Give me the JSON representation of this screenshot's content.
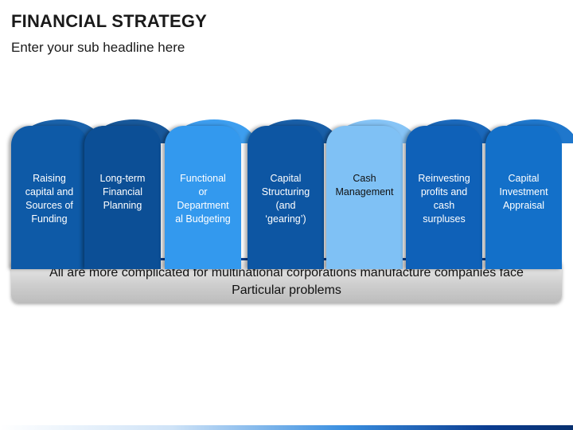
{
  "header": {
    "title": "FINANCIAL STRATEGY",
    "subtitle": "Enter your sub headline here"
  },
  "columns": [
    {
      "label": "Raising capital and Sources of Funding",
      "lines": [
        "Raising",
        "capital and",
        "Sources of",
        "Funding"
      ],
      "color": "#0e5aa7",
      "text_color": "#ffffff"
    },
    {
      "label": "Long-term Financial Planning",
      "lines": [
        "Long-term",
        "Financial",
        "Planning"
      ],
      "color": "#0c4f96",
      "text_color": "#ffffff"
    },
    {
      "label": "Functional or Departmental Budgeting",
      "lines": [
        "Functional",
        "or",
        "Department",
        "al Budgeting"
      ],
      "color": "#3399ee",
      "text_color": "#ffffff"
    },
    {
      "label": "Capital Structuring (and 'gearing')",
      "lines": [
        "Capital",
        "Structuring",
        "(and",
        "‘gearing’)"
      ],
      "color": "#0d56a3",
      "text_color": "#ffffff"
    },
    {
      "label": "Cash Management",
      "lines": [
        "Cash",
        "Management"
      ],
      "color": "#7fc1f5",
      "text_color": "#111111"
    },
    {
      "label": "Reinvesting profits and cash surpluses",
      "lines": [
        "Reinvesting",
        "profits and",
        "cash",
        "surpluses"
      ],
      "color": "#0f61b8",
      "text_color": "#ffffff"
    },
    {
      "label": "Capital Investment Appraisal",
      "lines": [
        "Capital",
        "Investment",
        "Appraisal"
      ],
      "color": "#1370c9",
      "text_color": "#ffffff"
    }
  ],
  "banner": {
    "lines": [
      "All are more complicated for multinational corporations manufacture companies face",
      "Particular problems"
    ]
  }
}
